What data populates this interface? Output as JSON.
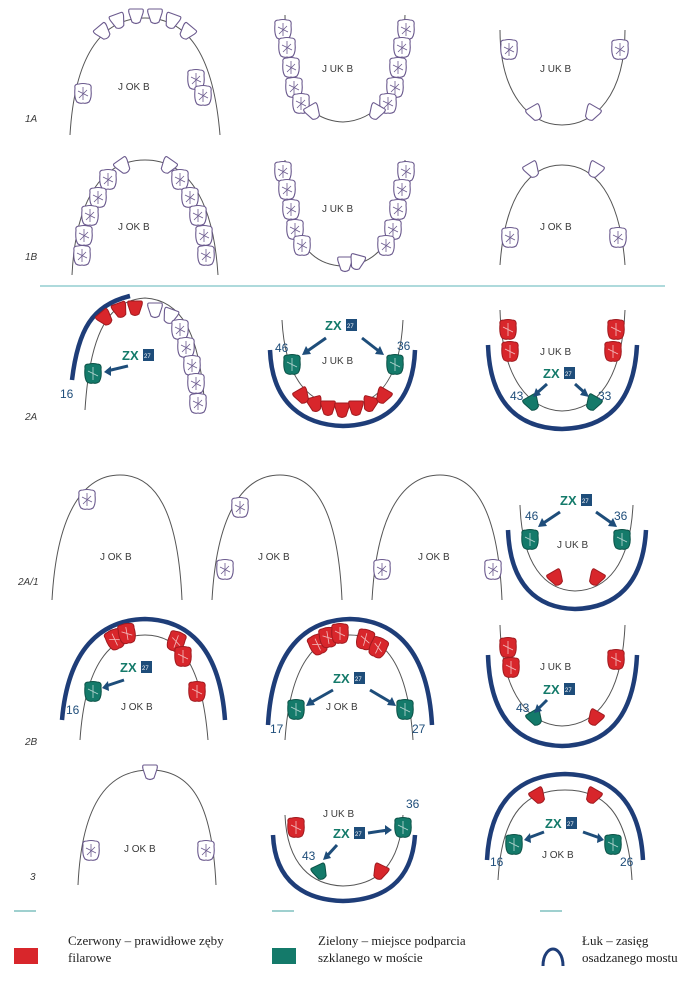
{
  "labels": {
    "jokb": "J OK B",
    "jukb": "J UK B",
    "zx": "ZX",
    "zx_box": "27"
  },
  "rows": [
    "1A",
    "1B",
    "2A",
    "2A/1",
    "2B",
    "3"
  ],
  "tooth_numbers": [
    "16",
    "46",
    "36",
    "43",
    "33",
    "17",
    "27",
    "26"
  ],
  "colors": {
    "red": "#d8262b",
    "green": "#147a6a",
    "arc_blue": "#1e3d78",
    "divider": "#7ec4c6"
  },
  "legend": {
    "red": "Czerwony – prawidłowe zęby filarowe",
    "green": "Zielony – miejsce podparcia szklanego w moście",
    "arc": "Łuk – zasięg osadzanego mostu"
  }
}
